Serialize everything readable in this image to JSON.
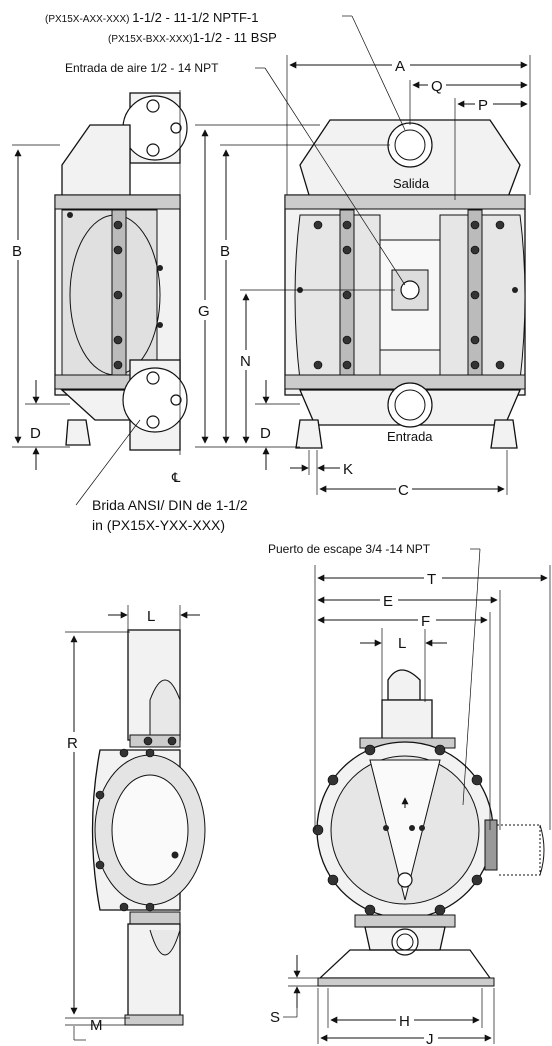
{
  "notes": {
    "port1_code": "(PX15X-AXX-XXX) ",
    "port1_thread": "1-1/2 - 11-1/2 NPTF-1",
    "port2_code": "(PX15X-BXX-XXX)",
    "port2_thread": "1-1/2 - 11 BSP",
    "air_inlet": "Entrada de aire 1/2 - 14 NPT",
    "flange_line1": "Brida ANSI/ DIN de 1-1/2",
    "flange_line2": "in (PX15X-YXX-XXX)",
    "exhaust": "Puerto de escape 3/4 -14 NPT"
  },
  "labels": {
    "outlet": "Salida",
    "inlet": "Entrada"
  },
  "dimensions": {
    "a": "A",
    "b": "B",
    "c": "C",
    "d": "D",
    "e": "E",
    "f": "F",
    "g": "G",
    "h": "H",
    "j": "J",
    "k": "K",
    "l": "L",
    "m": "M",
    "n": "N",
    "p": "P",
    "q": "Q",
    "r": "R",
    "s": "S",
    "t": "T",
    "cl": "℄"
  }
}
